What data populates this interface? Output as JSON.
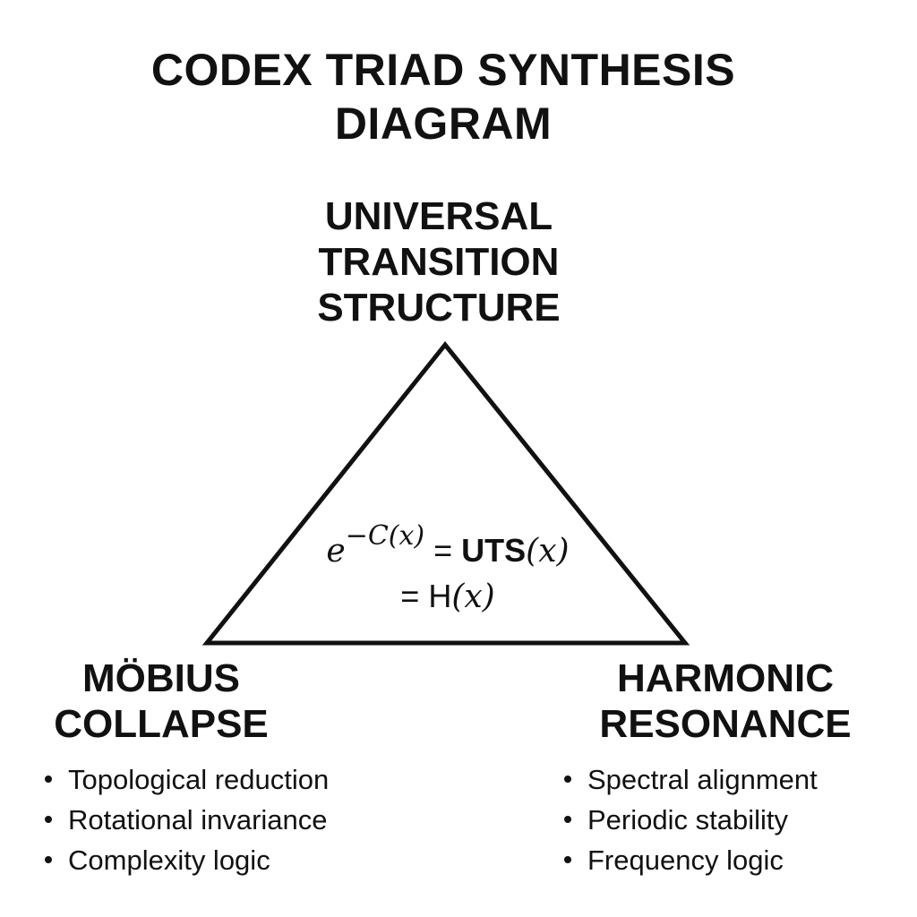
{
  "title": {
    "line1": "CODEX TRIAD SYNTHESIS",
    "line2": "DIAGRAM"
  },
  "nodes": {
    "top": {
      "lines": [
        "UNIVERSAL",
        "TRANSITION",
        "STRUCTURE"
      ]
    },
    "left": {
      "lines": [
        "MÖBIUS",
        "COLLAPSE"
      ],
      "bullets": [
        "Topological reduction",
        "Rotational invariance",
        "Complexity logic"
      ]
    },
    "right": {
      "lines": [
        "HARMONIC",
        "RESONANCE"
      ],
      "bullets": [
        "Spectral alignment",
        "Periodic stability",
        "Frequency logic"
      ]
    }
  },
  "equation": {
    "base": "e",
    "exponent": "−C(x)",
    "eq1": " = ",
    "uts": "UTS",
    "uts_arg": "(x)",
    "eq2": "= ",
    "h": "H",
    "h_arg": "(x)"
  },
  "colors": {
    "ink": "#111111",
    "background": "#ffffff"
  }
}
